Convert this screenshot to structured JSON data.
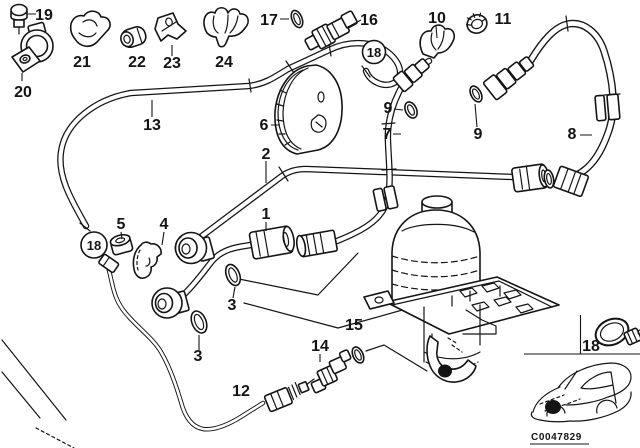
{
  "figure": {
    "background": "#ffffff",
    "ink": "#141414",
    "diagram_code": "C0047829",
    "callouts": {
      "c1": "1",
      "c2": "2",
      "c3_upper": "3",
      "c3_lower": "3",
      "c4": "4",
      "c5": "5",
      "c6": "6",
      "c7": "7",
      "c8": "8",
      "c9_left": "9",
      "c9_right": "9",
      "c10": "10",
      "c11": "11",
      "c12": "12",
      "c13": "13",
      "c14": "14",
      "c15": "15",
      "c16": "16",
      "c17": "17",
      "c18_top": "18",
      "c18_mid": "18",
      "c18_legend": "18",
      "c19": "19",
      "c20": "20",
      "c21": "21",
      "c22": "22",
      "c23": "23",
      "c24": "24"
    }
  }
}
